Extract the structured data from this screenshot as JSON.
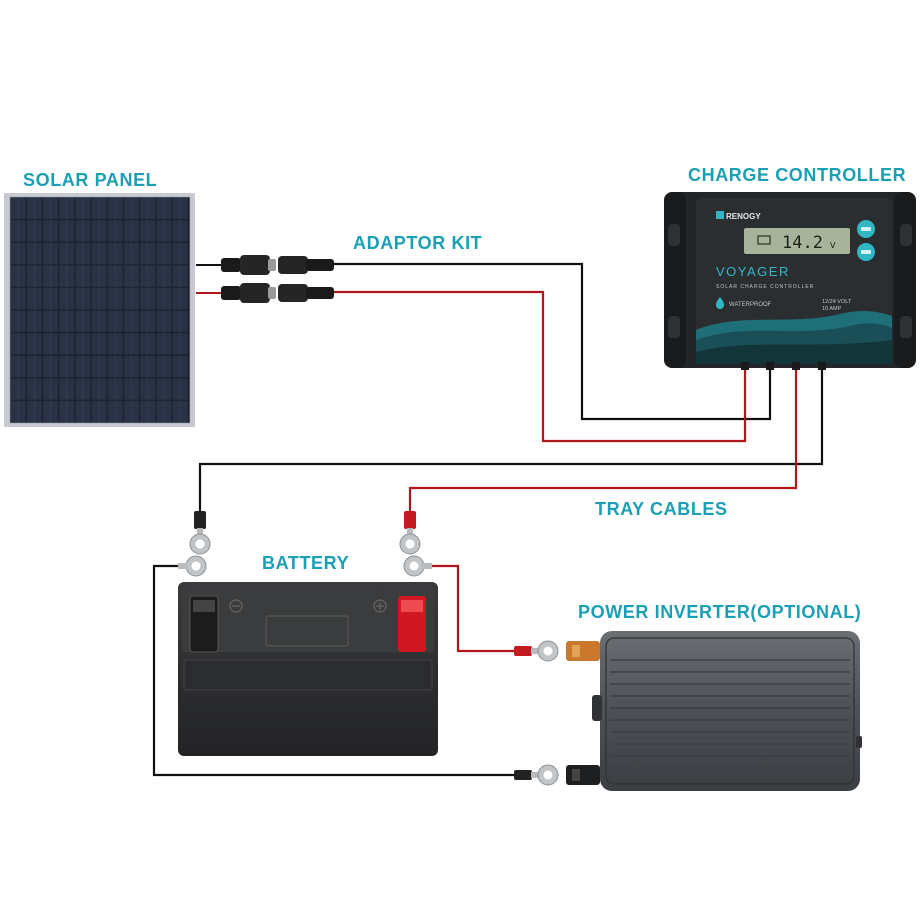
{
  "labels": {
    "solar_panel": "SOLAR PANEL",
    "adaptor_kit": "ADAPTOR KIT",
    "charge_controller": "CHARGE CONTROLLER",
    "tray_cables": "TRAY CABLES",
    "battery": "BATTERY",
    "power_inverter": "POWER INVERTER(OPTIONAL)"
  },
  "controller": {
    "brand": "RENOGY",
    "display": "14.2",
    "display_unit": "V",
    "model": "VOYAGER",
    "subtitle": "SOLAR CHARGE CONTROLLER",
    "waterproof": "WATERPROOF",
    "rating_1": "12/24 VOLT",
    "rating_2": "10 AMP"
  },
  "colors": {
    "label": "#1a9fb5",
    "wire_red": "#b0171c",
    "wire_black": "#111111",
    "controller_body": "#2b2e31",
    "accent_teal": "#2fb7c4"
  },
  "icons": {
    "battery_negative": "minus-sign",
    "battery_positive": "plus-sign",
    "waterproof": "water-drop-icon"
  }
}
